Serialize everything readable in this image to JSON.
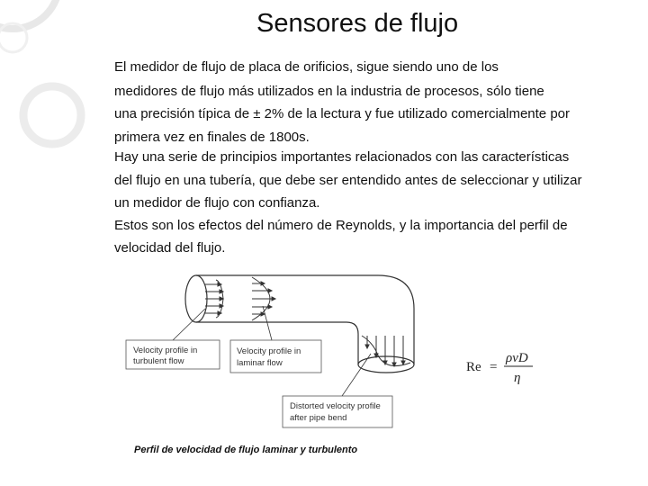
{
  "slide": {
    "title": "Sensores de flujo",
    "lines": [
      "El medidor de flujo de placa de orificios,  sigue siendo uno de los",
      "medidores de flujo más utilizados en la industria de procesos, sólo tiene",
      "una precisión típica de ± 2% de la lectura y fue utilizado comercialmente por",
      "primera vez en finales de 1800s.",
      "Hay una serie de principios importantes relacionados con las características",
      "del flujo en una tubería, que debe ser entendido antes de seleccionar y utilizar",
      "un medidor de flujo con confianza.",
      "Estos son los efectos del número de Reynolds, y la importancia  del perfil de",
      "velocidad del flujo."
    ]
  },
  "figure": {
    "label_turbulent": [
      "Velocity profile in",
      "turbulent flow"
    ],
    "label_laminar": [
      "Velocity profile in",
      "laminar flow"
    ],
    "label_distorted": [
      "Distorted velocity profile",
      "after pipe bend"
    ],
    "formula": {
      "lhs": "Re",
      "equals": "=",
      "numerator": "ρvD",
      "denominator": "η"
    },
    "caption": "Perfil de velocidad de flujo laminar y turbulento"
  }
}
